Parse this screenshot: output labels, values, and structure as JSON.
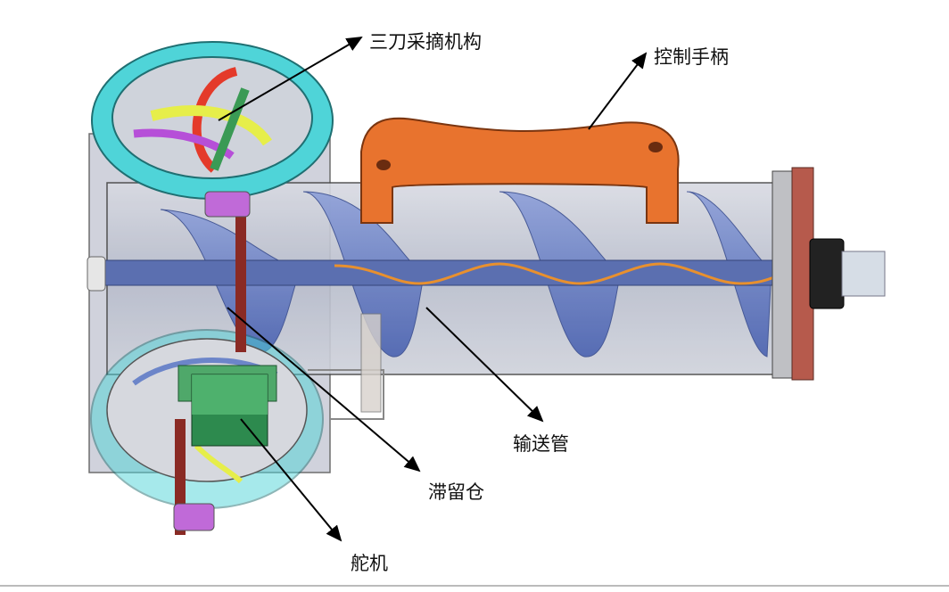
{
  "labels": {
    "picking_mechanism": "三刀采摘机构",
    "control_handle": "控制手柄",
    "conveyor_tube": "输送管",
    "holding_bin": "滞留仓",
    "servo": "舵机"
  },
  "colors": {
    "ring": "#4fd4d8",
    "handle": "#e8732e",
    "helix": "#6c85c9",
    "tube": "#c4c8d4",
    "servo": "#2d8a4e",
    "flange": "#b65a4c",
    "arrow": "#000000"
  }
}
